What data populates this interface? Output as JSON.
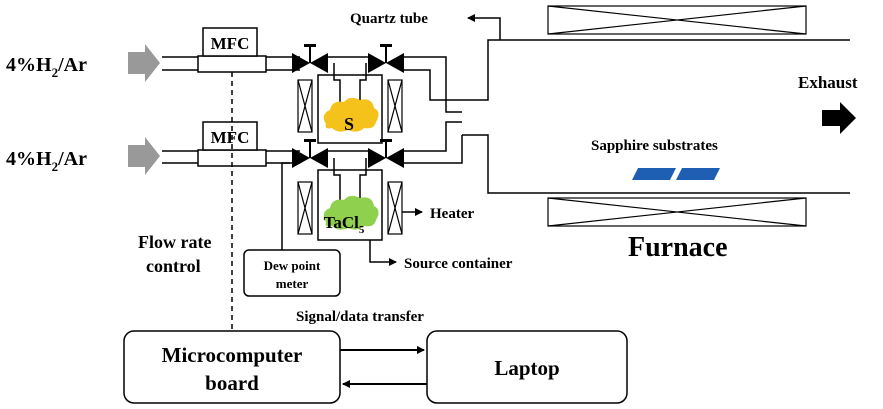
{
  "gas_inlets": {
    "top": {
      "main": "4%H",
      "sub": "2",
      "tail": "/Ar"
    },
    "bottom": {
      "main": "4%H",
      "sub": "2",
      "tail": "/Ar"
    }
  },
  "mfc": {
    "top_label": "MFC",
    "bottom_label": "MFC"
  },
  "sources": {
    "sulfur_label": "S",
    "tacl_main": "TaCl",
    "tacl_sub": "5",
    "sulfur_color": "#f5c21b",
    "tacl_color": "#8fd14f"
  },
  "labels": {
    "quartz_tube": "Quartz tube",
    "exhaust": "Exhaust",
    "sapphire": "Sapphire substrates",
    "heater": "Heater",
    "furnace": "Furnace",
    "source_container": "Source container",
    "flow_rate_line1": "Flow rate",
    "flow_rate_line2": "control",
    "dew_line1": "Dew point",
    "dew_line2": "meter",
    "signal": "Signal/data transfer"
  },
  "computers": {
    "micro_line1": "Microcomputer",
    "micro_line2": "board",
    "laptop": "Laptop"
  },
  "colors": {
    "arrow_gray": "#999999",
    "substrate_blue": "#1f5fb3"
  }
}
